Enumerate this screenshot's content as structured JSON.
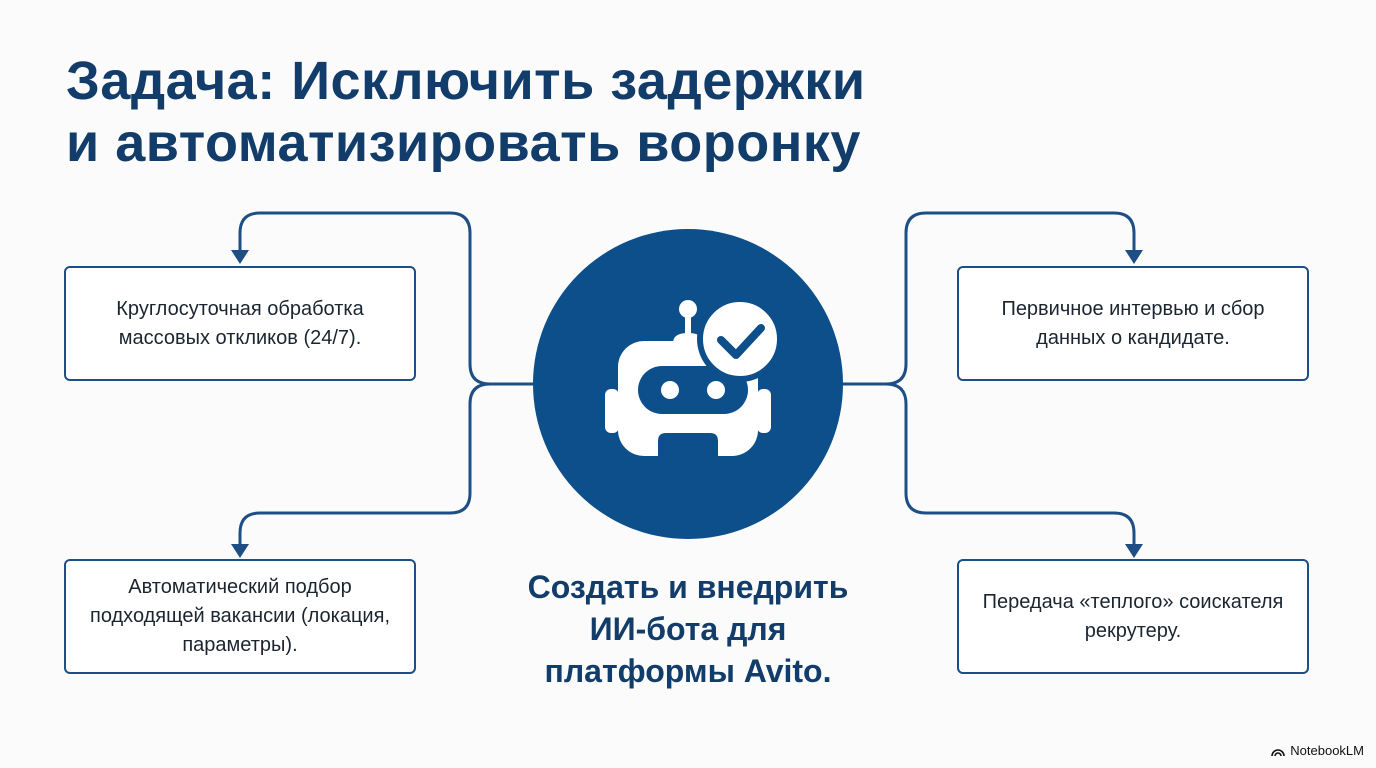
{
  "title": {
    "line1": "Задача: Исключить задержки",
    "line2": "и автоматизировать воронку"
  },
  "boxes": {
    "top_left": "Круглосуточная обработка массовых откликов (24/7).",
    "bottom_left": "Автоматический подбор подходящей вакансии (локация, параметры).",
    "top_right": "Первичное интервью и сбор данных о кандидате.",
    "bottom_right": "Передача «теплого» соискателя рекрутеру."
  },
  "center": {
    "icon": "robot-check-icon",
    "text_line1": "Создать и внедрить",
    "text_line2": "ИИ-бота для",
    "text_line3": "платформы Avito."
  },
  "brand": "NotebookLM",
  "colors": {
    "primary": "#0d4f8b",
    "title": "#123c69",
    "border": "#1d4f86"
  }
}
